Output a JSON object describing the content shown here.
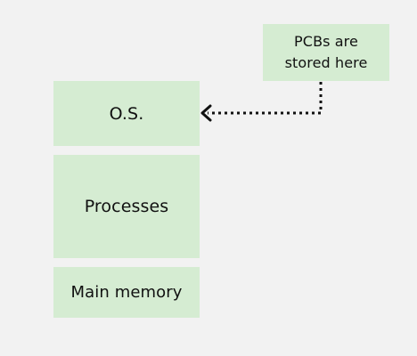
{
  "diagram": {
    "memory_stack": {
      "os_label": "O.S.",
      "processes_label": "Processes",
      "main_memory_label": "Main memory"
    },
    "note": {
      "text": "PCBs are\nstored here"
    },
    "connector": {
      "style": "dotted",
      "direction": "note-to-os",
      "arrowhead": "open-chevron"
    },
    "colors": {
      "background": "#f2f2f2",
      "block_fill": "#d5ecd2",
      "arrow": "#111111"
    }
  }
}
